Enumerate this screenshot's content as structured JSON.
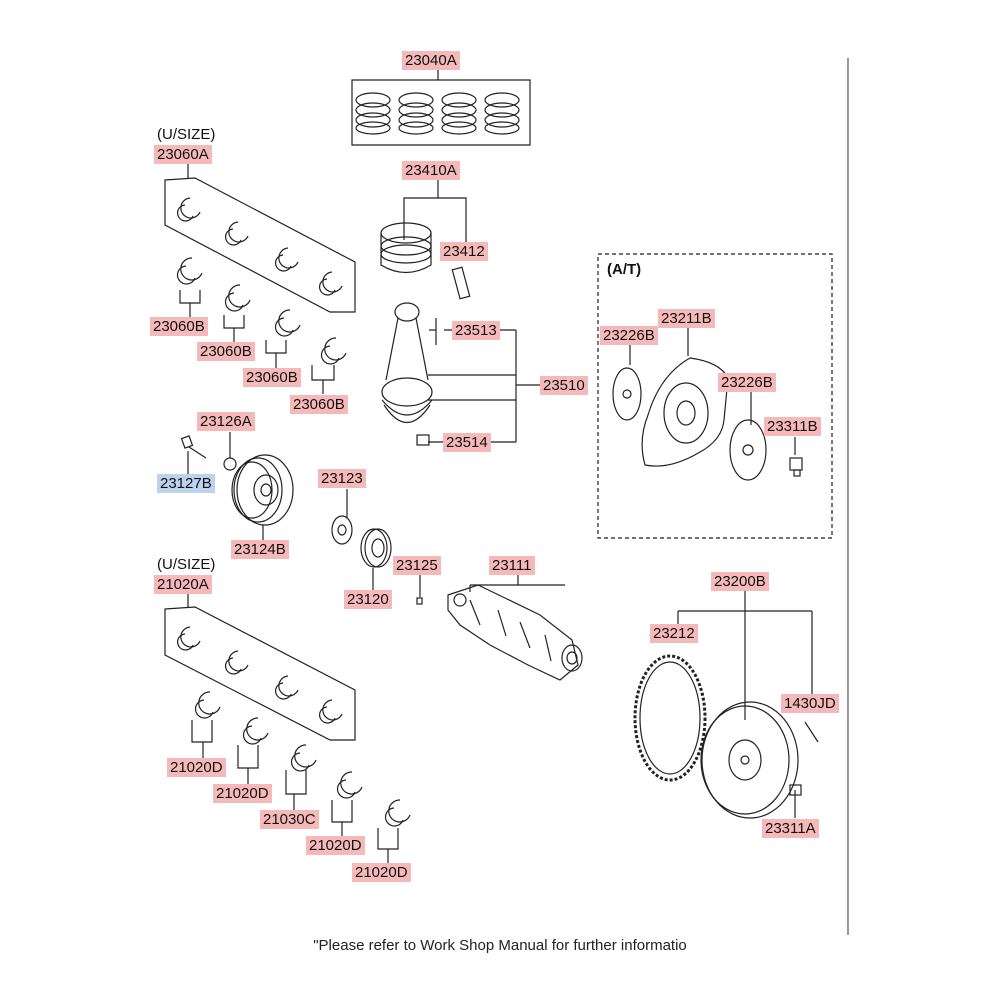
{
  "labels": {
    "p23040A": "23040A",
    "p23060A": "23060A",
    "p23060B_1": "23060B",
    "p23060B_2": "23060B",
    "p23060B_3": "23060B",
    "p23060B_4": "23060B",
    "p23410A": "23410A",
    "p23412": "23412",
    "p23513": "23513",
    "p23510": "23510",
    "p23514": "23514",
    "p23126A": "23126A",
    "p23127B": "23127B",
    "p23124B": "23124B",
    "p23123": "23123",
    "p23120": "23120",
    "p23125": "23125",
    "p23111": "23111",
    "p23226B_1": "23226B",
    "p23211B": "23211B",
    "p23226B_2": "23226B",
    "p23311B": "23311B",
    "p21020A": "21020A",
    "p21020D_1": "21020D",
    "p21020D_2": "21020D",
    "p21030C": "21030C",
    "p21020D_3": "21020D",
    "p21020D_4": "21020D",
    "p23200B": "23200B",
    "p23212": "23212",
    "p1430JD": "1430JD",
    "p23311A": "23311A"
  },
  "notes": {
    "usize_top": "(U/SIZE)",
    "usize_bottom": "(U/SIZE)",
    "at": "(A/T)"
  },
  "footer": "\"Please refer to Work Shop Manual for further informatio",
  "colors": {
    "label_bg": "#f6b9b9",
    "label_highlight_bg": "#bcd3ee"
  }
}
